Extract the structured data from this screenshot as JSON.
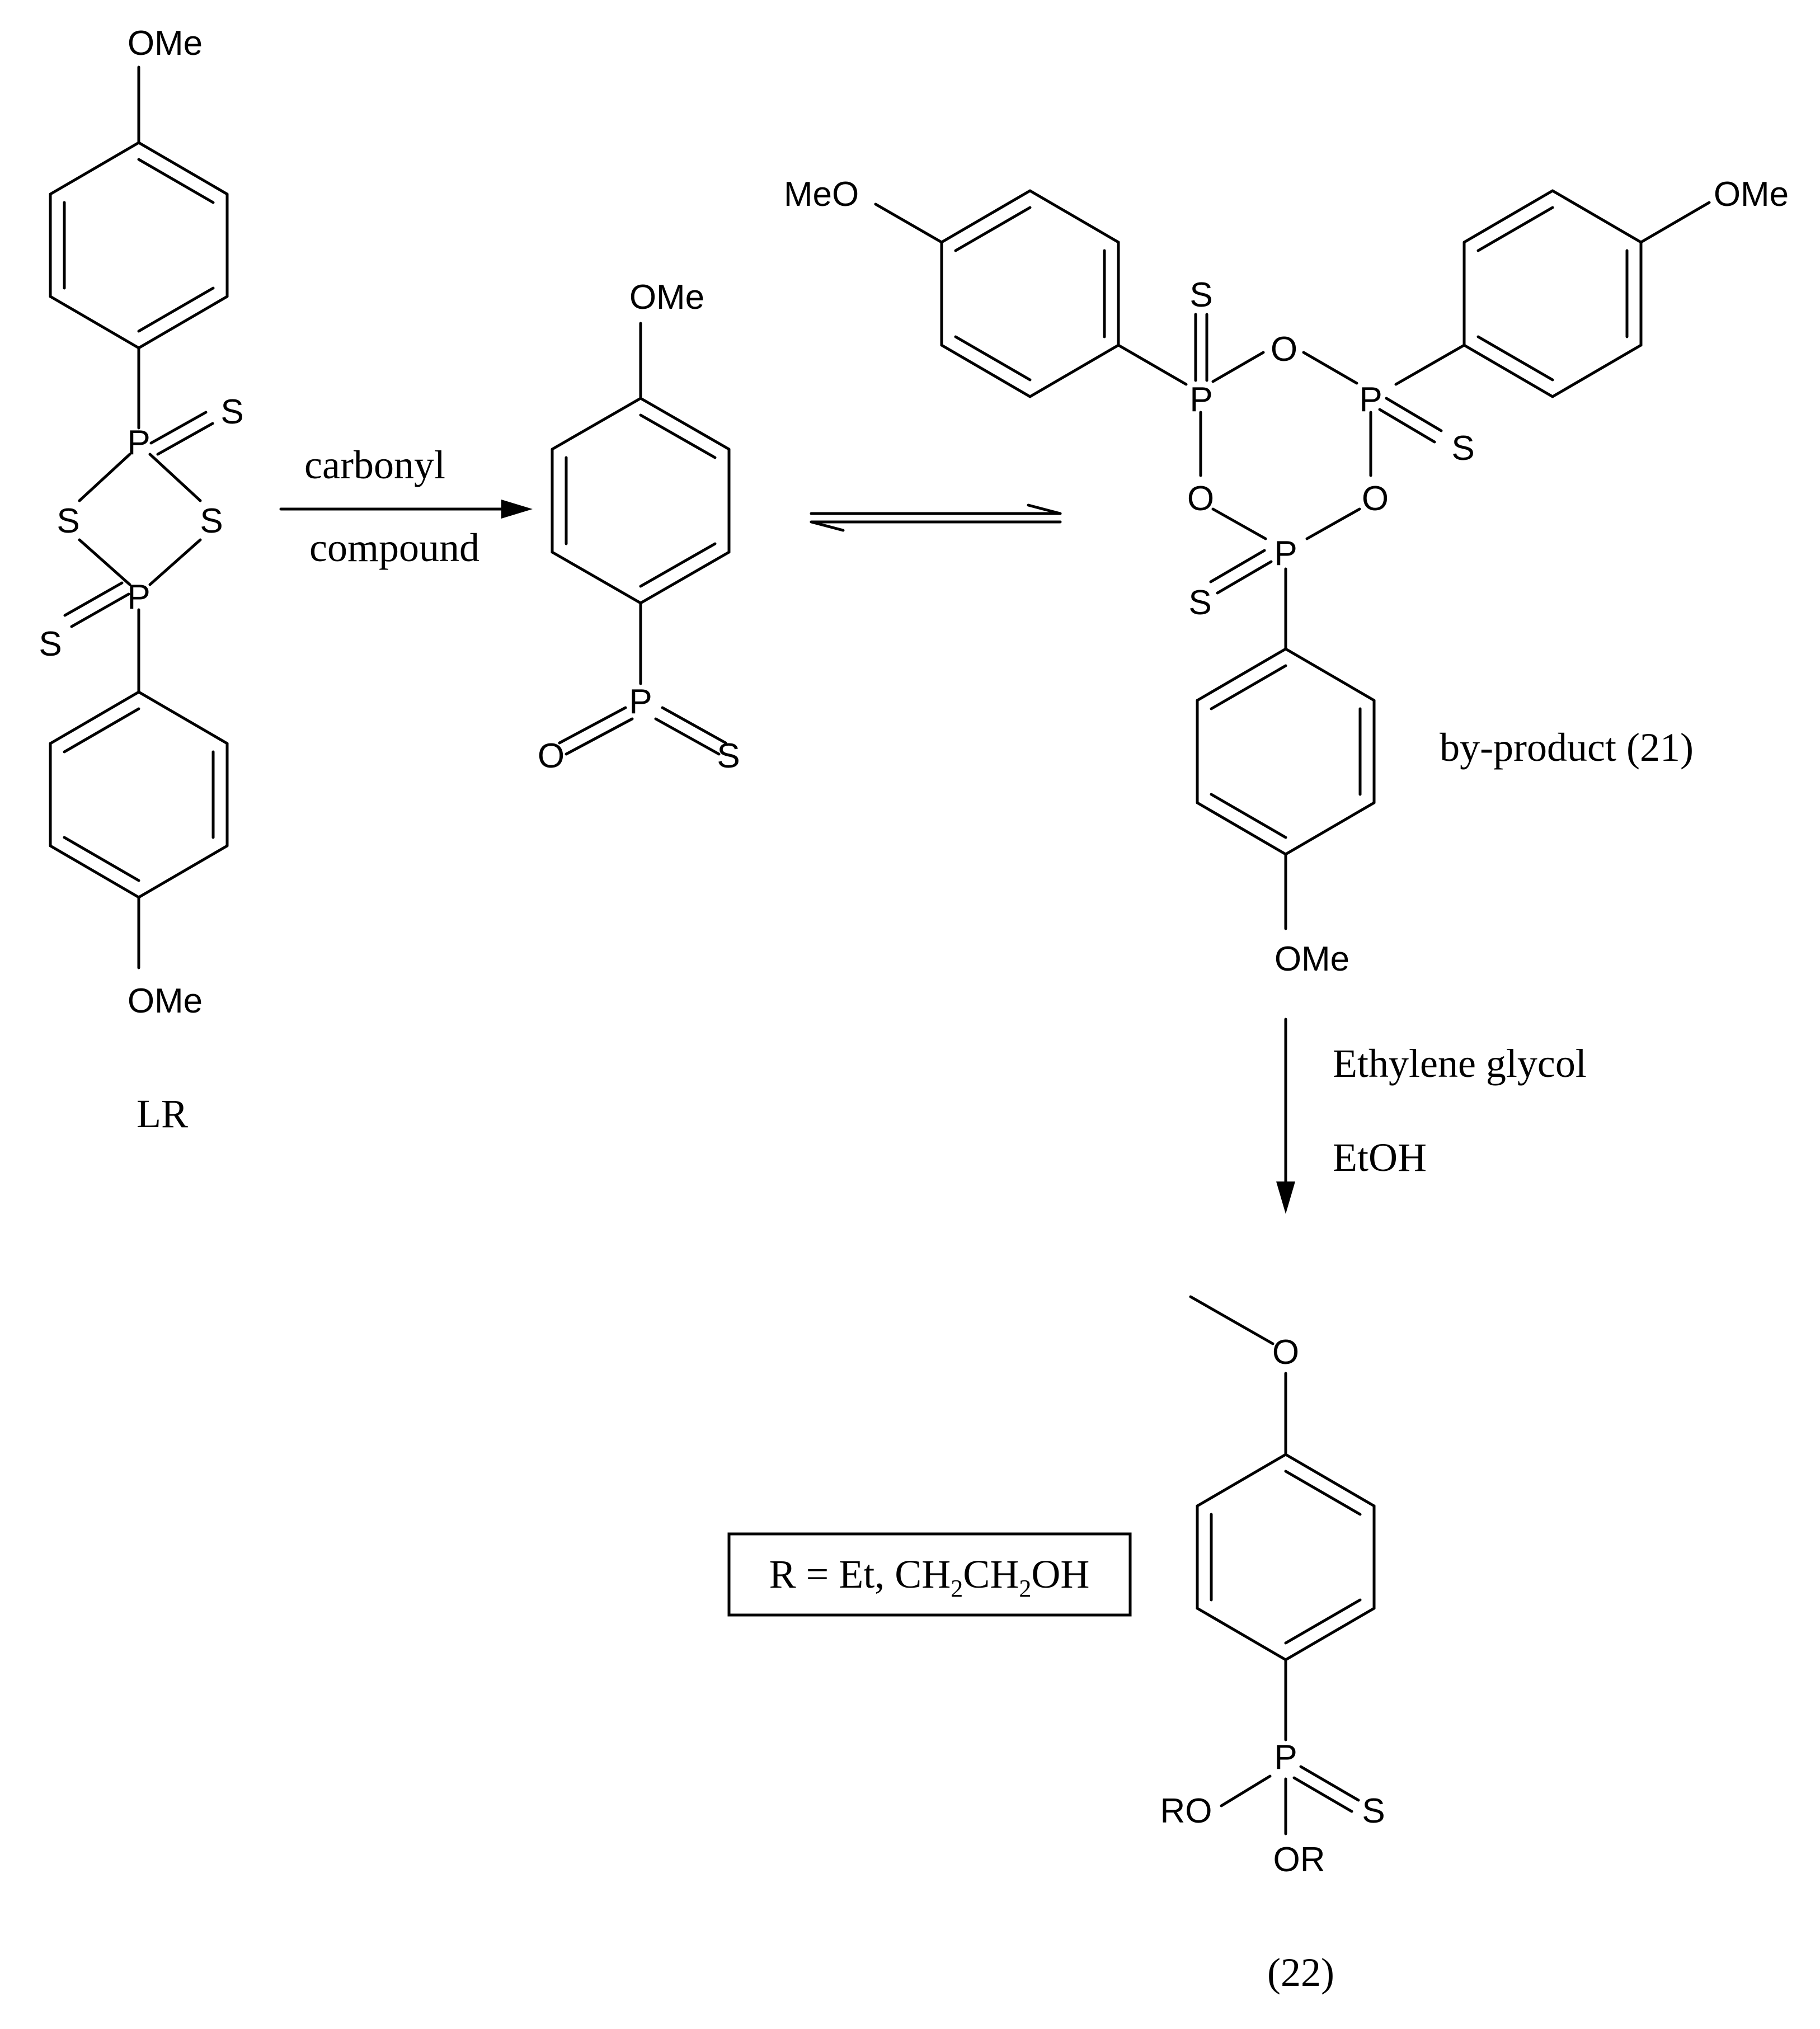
{
  "atoms": {
    "ome": "OMe",
    "meo": "MeO",
    "p": "P",
    "s": "S",
    "o": "O",
    "ro": "RO",
    "or": "OR"
  },
  "labels": {
    "lr": "LR",
    "reagent_line1": "carbonyl",
    "reagent_line2": "compound",
    "byproduct": "by-product (21)",
    "step2_line1": "Ethylene glycol",
    "step2_line2": "EtOH",
    "product": "(22)"
  },
  "r_definition": {
    "prefix": "R = Et, CH",
    "sub1": "2",
    "mid": "CH",
    "sub2": "2",
    "suffix": "OH"
  }
}
